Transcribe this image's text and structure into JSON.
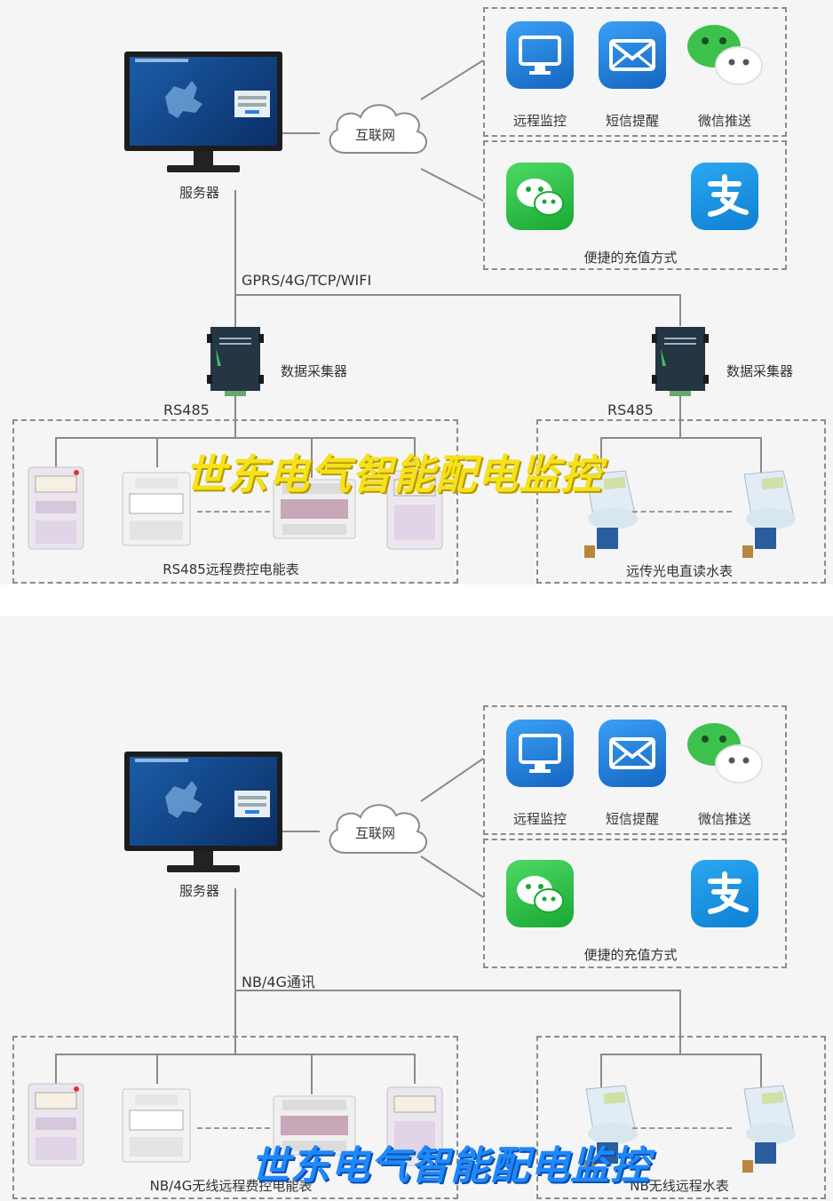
{
  "panel1": {
    "cloud_label": "互联网",
    "server_label": "服务器",
    "apps": [
      "远程监控",
      "短信提醒",
      "微信推送"
    ],
    "recharge_label": "便捷的充值方式",
    "link_label": "GPRS/4G/TCP/WIFI",
    "collector_left_label": "数据采集器",
    "collector_right_label": "数据采集器",
    "rs485_left": "RS485",
    "rs485_right": "RS485",
    "electric_group_label": "RS485远程费控电能表",
    "water_group_label": "远传光电直读水表",
    "watermark": "世东电气智能配电监控",
    "watermark_color": "#f5e11c"
  },
  "panel2": {
    "cloud_label": "互联网",
    "server_label": "服务器",
    "apps": [
      "远程监控",
      "短信提醒",
      "微信推送"
    ],
    "recharge_label": "便捷的充值方式",
    "link_label": "NB/4G通讯",
    "electric_group_label": "NB/4G无线远程费控电能表",
    "water_group_label": "NB无线远程水表",
    "watermark": "世东电气智能配电监控",
    "watermark_color": "#1e88ff"
  }
}
